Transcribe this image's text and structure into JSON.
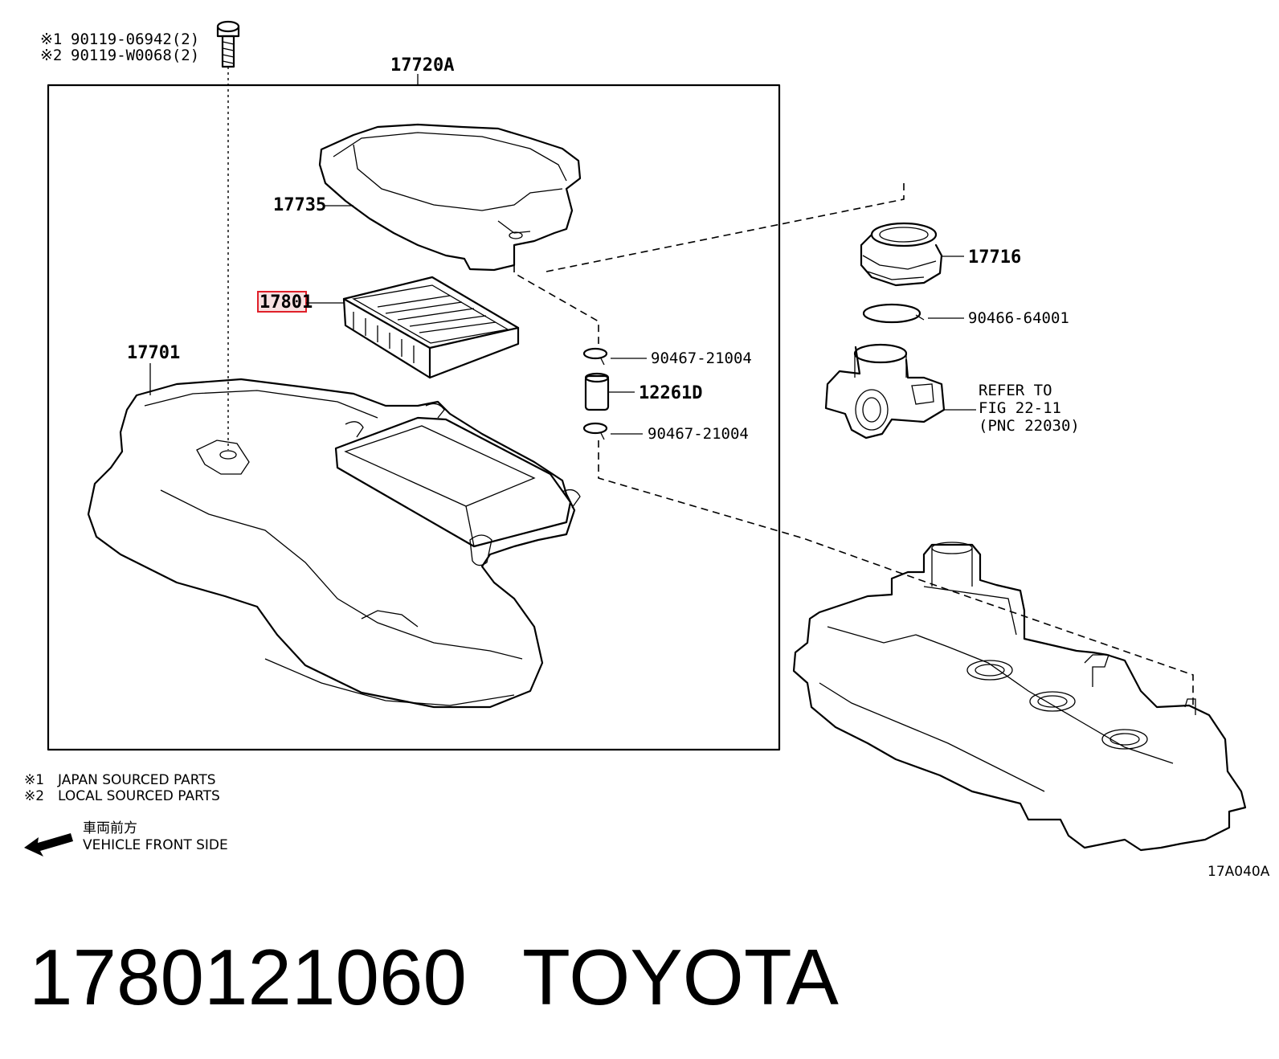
{
  "title": {
    "part_number": "1780121060",
    "brand": "TOYOTA"
  },
  "bolt_notes": [
    {
      "mark": "※1",
      "part": "90119-06942(2)"
    },
    {
      "mark": "※2",
      "part": "90119-W0068(2)"
    }
  ],
  "callouts": {
    "assembly": "17720A",
    "cap": "17735",
    "filter": "17801",
    "case": "17701",
    "clamp_upper": "90467-21004",
    "hose": "12261D",
    "clamp_lower": "90467-21004",
    "inlet": "17716",
    "oring": "90466-64001"
  },
  "refer": {
    "line1": "REFER TO",
    "line2": "FIG 22-11",
    "line3": "(PNC 22030)"
  },
  "legend": [
    {
      "mark": "※1",
      "text": "JAPAN SOURCED PARTS"
    },
    {
      "mark": "※2",
      "text": "LOCAL SOURCED PARTS"
    }
  ],
  "front": {
    "jp": "車両前方",
    "en": "VEHICLE FRONT SIDE"
  },
  "figure_code": "17A040A",
  "highlight_color": "#e0202a"
}
